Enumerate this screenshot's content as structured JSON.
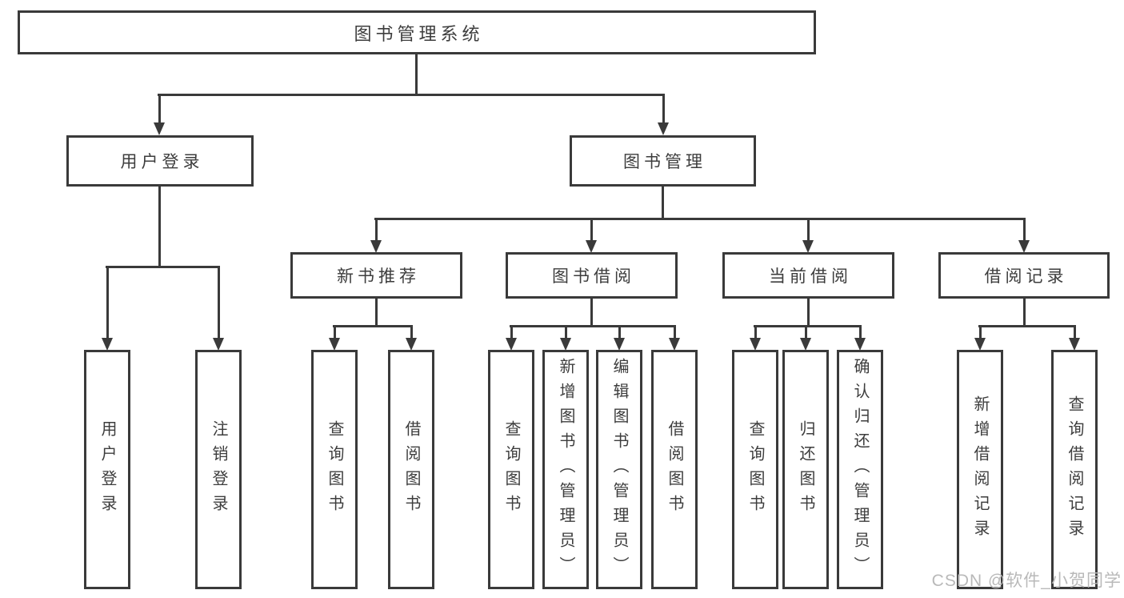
{
  "tree": {
    "root": "图书管理系统",
    "user_login": {
      "label": "用户登录",
      "children": [
        "用户登录",
        "注销登录"
      ]
    },
    "book_mgmt": {
      "label": "图书管理",
      "groups": [
        {
          "label": "新书推荐",
          "children": [
            "查询图书",
            "借阅图书"
          ]
        },
        {
          "label": "图书借阅",
          "children": [
            "查询图书",
            "新增图书（管理员）",
            "编辑图书（管理员）",
            "借阅图书"
          ]
        },
        {
          "label": "当前借阅",
          "children": [
            "查询图书",
            "归还图书",
            "确认归还（管理员）"
          ]
        },
        {
          "label": "借阅记录",
          "children": [
            "新增借阅记录",
            "查询借阅记录"
          ]
        }
      ]
    }
  },
  "watermark": "CSDN @软件_小贺同学",
  "colors": {
    "line": "#3a3a3a",
    "text": "#3d3d3d",
    "watermark_gray": "#b9b9b9",
    "background": "#ffffff"
  }
}
